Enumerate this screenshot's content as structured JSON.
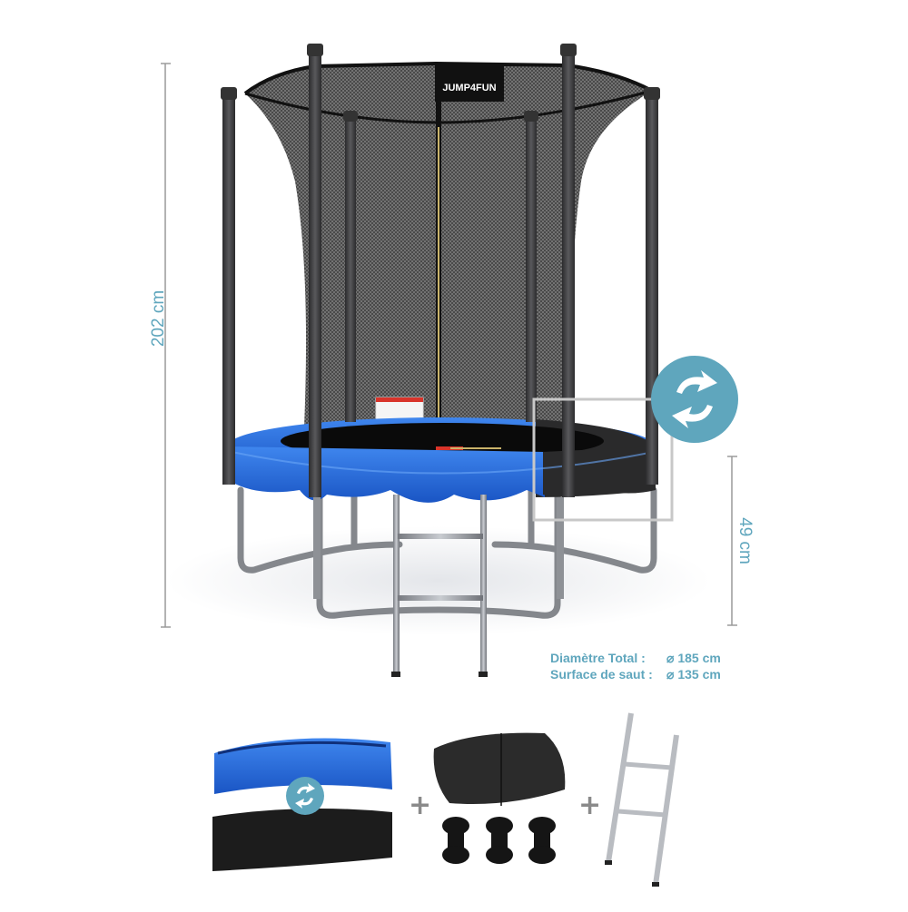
{
  "product": {
    "brand": "JUMP4FUN",
    "description": "Trampoline with inner safety net, 6 poles, ladder, reversible blue/black padding"
  },
  "dimensions": {
    "total_height": "202 cm",
    "frame_height": "49 cm",
    "specs": [
      {
        "label": "Diamètre Total :",
        "value": "⌀ 185 cm"
      },
      {
        "label": "Surface de saut :",
        "value": "⌀ 135 cm"
      }
    ]
  },
  "icons": {
    "reversible": "refresh-arrows-icon"
  },
  "accessories": {
    "items": [
      {
        "name": "reversible-padding",
        "colors": [
          "#1f5fd6",
          "#1b1b1b"
        ]
      },
      {
        "name": "net-bag"
      },
      {
        "name": "pole-caps",
        "count": 3
      },
      {
        "name": "ladder",
        "steps": 2
      }
    ],
    "separator": "+"
  },
  "colors": {
    "accent": "#5fa6bd",
    "padding_blue": "#1f66d9",
    "padding_black": "#1c1c1c",
    "pole": "#3a3a3c",
    "frame": "#8e9196",
    "line": "#9a9a9a"
  }
}
